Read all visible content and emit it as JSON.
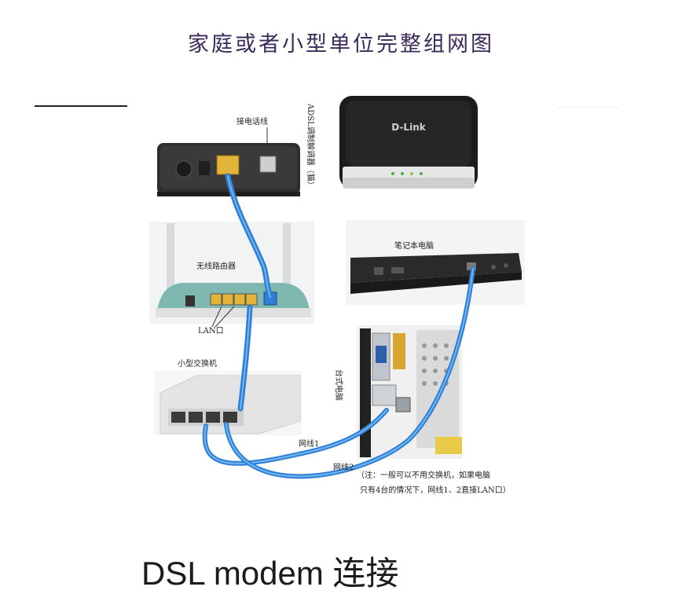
{
  "title": "家庭或者小型单位完整组网图",
  "caption": "DSL modem 连接",
  "labels": {
    "phone_line": "接电话线",
    "adsl_modem": "ADSL调制解调器（猫）",
    "brand": "D-Link",
    "wireless_router": "无线路由器",
    "lan_port": "LAN口",
    "laptop": "笔记本电脑",
    "switch": "小型交换机",
    "desktop": "台式电脑",
    "cable1": "网线1",
    "cable2": "网线2",
    "note_line1": "（注：一般可以不用交换机，如果电脑",
    "note_line2": "只有4台的情况下，网线1、2直接LAN口）"
  },
  "colors": {
    "title": "#3b2a5c",
    "cable": "#2f7fd6",
    "cable_light": "#6fb5f0",
    "device_dark": "#2b2b2b",
    "router_teal": "#7fb8b0"
  }
}
